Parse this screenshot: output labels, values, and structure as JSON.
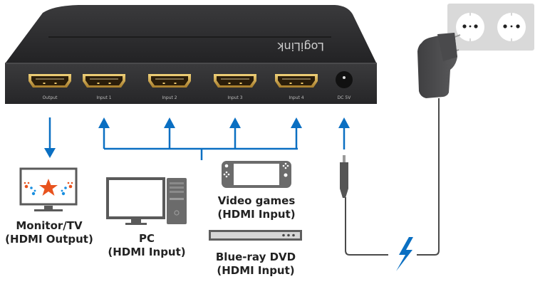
{
  "device": {
    "brand": "LogiLink",
    "ports": [
      {
        "id": "output",
        "label": "Output",
        "type": "hdmi"
      },
      {
        "id": "input1",
        "label": "Input 1",
        "type": "hdmi"
      },
      {
        "id": "input2",
        "label": "Input 2",
        "type": "hdmi"
      },
      {
        "id": "input3",
        "label": "Input 3",
        "type": "hdmi"
      },
      {
        "id": "input4",
        "label": "Input 4",
        "type": "hdmi"
      },
      {
        "id": "dc",
        "label": "DC 5V",
        "type": "dc-jack"
      }
    ]
  },
  "devices": {
    "monitor": {
      "line1": "Monitor/TV",
      "line2": "(HDMI Output)"
    },
    "pc": {
      "line1": "PC",
      "line2": "(HDMI Input)"
    },
    "console": {
      "line1": "Video games",
      "line2": "(HDMI Input)"
    },
    "bluray": {
      "line1": "Blue-ray DVD",
      "line2": "(HDMI Input)"
    }
  },
  "colors": {
    "arrow": "#0a6fc2",
    "device_body": "#2b2b2d",
    "hdmi_gold": "#c9a24a",
    "icon_gray": "#5a5a5a",
    "star": "#e8531e",
    "dot_blue": "#1a8fe0",
    "outlet": "#d9d9d9"
  }
}
